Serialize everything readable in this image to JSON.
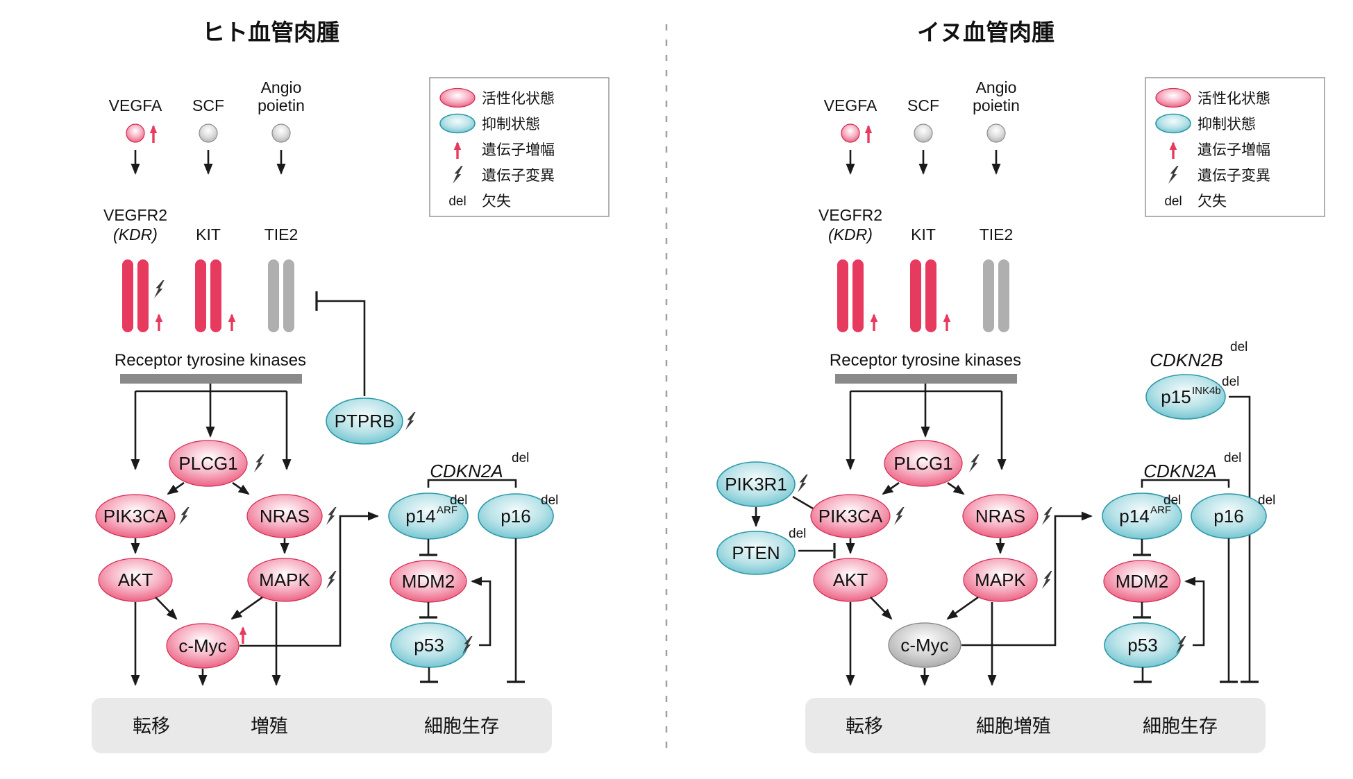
{
  "figure": {
    "type": "signaling-pathway-comparison"
  },
  "colors": {
    "activated": "#e73a5f",
    "inhibited": "#4fb7c6",
    "neutral": "#ababab",
    "mutation_bolt": "#3a3a3a",
    "amplification_arrow": "#e73a5f",
    "outcome_box": "#e9e9e9",
    "rtk_bar": "#8a8a8a"
  },
  "legend": {
    "items": [
      {
        "icon": "activated-ellipse",
        "label": "活性化状態"
      },
      {
        "icon": "inhibited-ellipse",
        "label": "抑制状態"
      },
      {
        "icon": "amplification-arrow",
        "label": "遺伝子増幅"
      },
      {
        "icon": "mutation-bolt",
        "label": "遺伝子変異"
      },
      {
        "icon": "del-text",
        "icon_text": "del",
        "label": "欠失"
      }
    ]
  },
  "panels": [
    {
      "id": "human",
      "title": "ヒト血管肉腫",
      "ligands": [
        {
          "name": "VEGFA",
          "state": "activated",
          "amplified": true
        },
        {
          "name": "SCF",
          "state": "neutral"
        },
        {
          "name": "Angio",
          "name_line2": "poietin",
          "state": "neutral"
        }
      ],
      "receptors": [
        {
          "name": "VEGFR2",
          "gene": "(KDR)",
          "state": "activated",
          "mutated": true,
          "amplified": true
        },
        {
          "name": "KIT",
          "state": "activated",
          "amplified": true
        },
        {
          "name": "TIE2",
          "state": "neutral"
        }
      ],
      "rtk_label": "Receptor tyrosine kinases",
      "nodes": {
        "ptprb": {
          "label": "PTPRB",
          "state": "inhibited",
          "mutated": true
        },
        "plcg1": {
          "label": "PLCG1",
          "state": "activated",
          "mutated": true
        },
        "pik3ca": {
          "label": "PIK3CA",
          "state": "activated",
          "mutated": true
        },
        "nras": {
          "label": "NRAS",
          "state": "activated",
          "mutated": true
        },
        "akt": {
          "label": "AKT",
          "state": "activated"
        },
        "mapk": {
          "label": "MAPK",
          "state": "activated",
          "mutated": true
        },
        "cmyc": {
          "label": "c-Myc",
          "state": "activated",
          "amplified": true
        },
        "p14": {
          "label": "p14",
          "sup": "ARF",
          "del": "del",
          "state": "inhibited"
        },
        "p16": {
          "label": "p16",
          "del": "del",
          "state": "inhibited"
        },
        "mdm2": {
          "label": "MDM2",
          "state": "activated"
        },
        "p53": {
          "label": "p53",
          "state": "inhibited",
          "mutated": true
        }
      },
      "gene_groups": {
        "cdkn2a": {
          "label": "CDKN2A",
          "del": "del"
        }
      },
      "outcomes": [
        {
          "label": "転移"
        },
        {
          "label": "増殖"
        },
        {
          "label": "細胞生存"
        }
      ]
    },
    {
      "id": "canine",
      "title": "イヌ血管肉腫",
      "ligands": [
        {
          "name": "VEGFA",
          "state": "activated",
          "amplified": true
        },
        {
          "name": "SCF",
          "state": "neutral"
        },
        {
          "name": "Angio",
          "name_line2": "poietin",
          "state": "neutral"
        }
      ],
      "receptors": [
        {
          "name": "VEGFR2",
          "gene": "(KDR)",
          "state": "activated",
          "amplified": true
        },
        {
          "name": "KIT",
          "state": "activated",
          "amplified": true
        },
        {
          "name": "TIE2",
          "state": "neutral"
        }
      ],
      "rtk_label": "Receptor tyrosine kinases",
      "nodes": {
        "pik3r1": {
          "label": "PIK3R1",
          "state": "inhibited",
          "mutated": true
        },
        "pten": {
          "label": "PTEN",
          "del": "del",
          "state": "inhibited"
        },
        "p15": {
          "label": "p15",
          "sup": "INK4b",
          "del": "del",
          "state": "inhibited"
        },
        "plcg1": {
          "label": "PLCG1",
          "state": "activated",
          "mutated": true
        },
        "pik3ca": {
          "label": "PIK3CA",
          "state": "activated",
          "mutated": true
        },
        "nras": {
          "label": "NRAS",
          "state": "activated",
          "mutated": true
        },
        "akt": {
          "label": "AKT",
          "state": "activated"
        },
        "mapk": {
          "label": "MAPK",
          "state": "activated",
          "mutated": true
        },
        "cmyc": {
          "label": "c-Myc",
          "state": "neutral"
        },
        "p14": {
          "label": "p14",
          "sup": "ARF",
          "del": "del",
          "state": "inhibited"
        },
        "p16": {
          "label": "p16",
          "del": "del",
          "state": "inhibited"
        },
        "mdm2": {
          "label": "MDM2",
          "state": "activated"
        },
        "p53": {
          "label": "p53",
          "state": "inhibited",
          "mutated": true
        }
      },
      "gene_groups": {
        "cdkn2b": {
          "label": "CDKN2B",
          "del": "del"
        },
        "cdkn2a": {
          "label": "CDKN2A",
          "del": "del"
        }
      },
      "outcomes": [
        {
          "label": "転移"
        },
        {
          "label": "細胞増殖"
        },
        {
          "label": "細胞生存"
        }
      ]
    }
  ]
}
